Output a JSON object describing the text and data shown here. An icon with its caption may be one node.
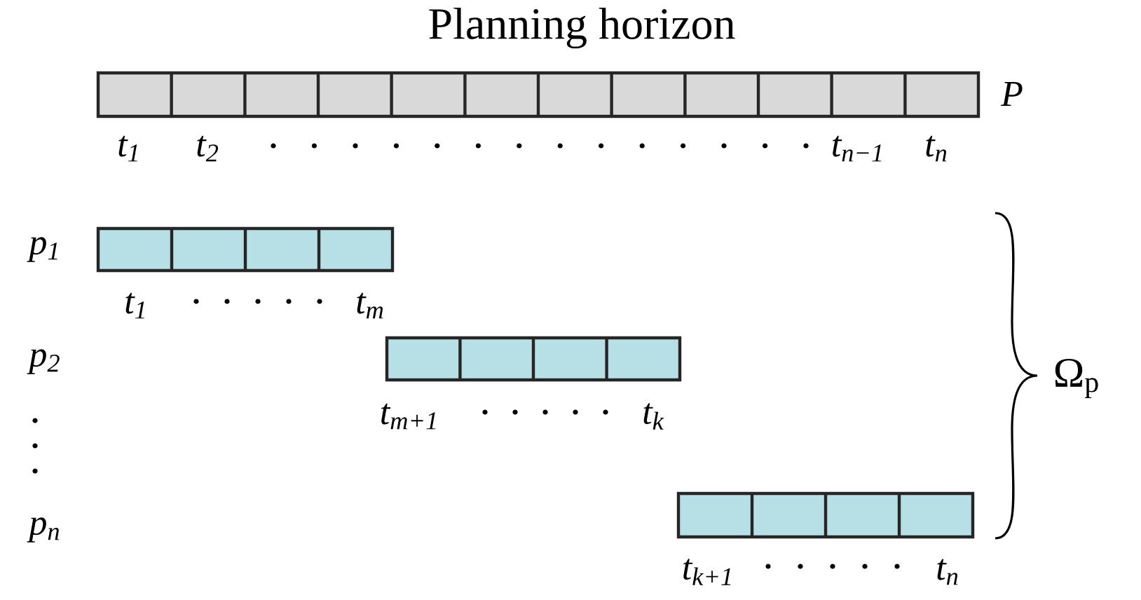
{
  "diagram": {
    "title": "Planning horizon",
    "labels": [
      "P",
      "t$_{1}$",
      "t$_{2}$",
      "t$_{n−1}$",
      "t$_{n}$",
      "p$_{1}$",
      "t$_{1}$",
      "t$_{m}$",
      "p$_{2}$",
      "t$_{m+1}$",
      "t$_{k}$",
      "p$_{n}$",
      "t$_{k+1}$",
      "t$_{n}$",
      "Ω$_{p}$"
    ]
  }
}
